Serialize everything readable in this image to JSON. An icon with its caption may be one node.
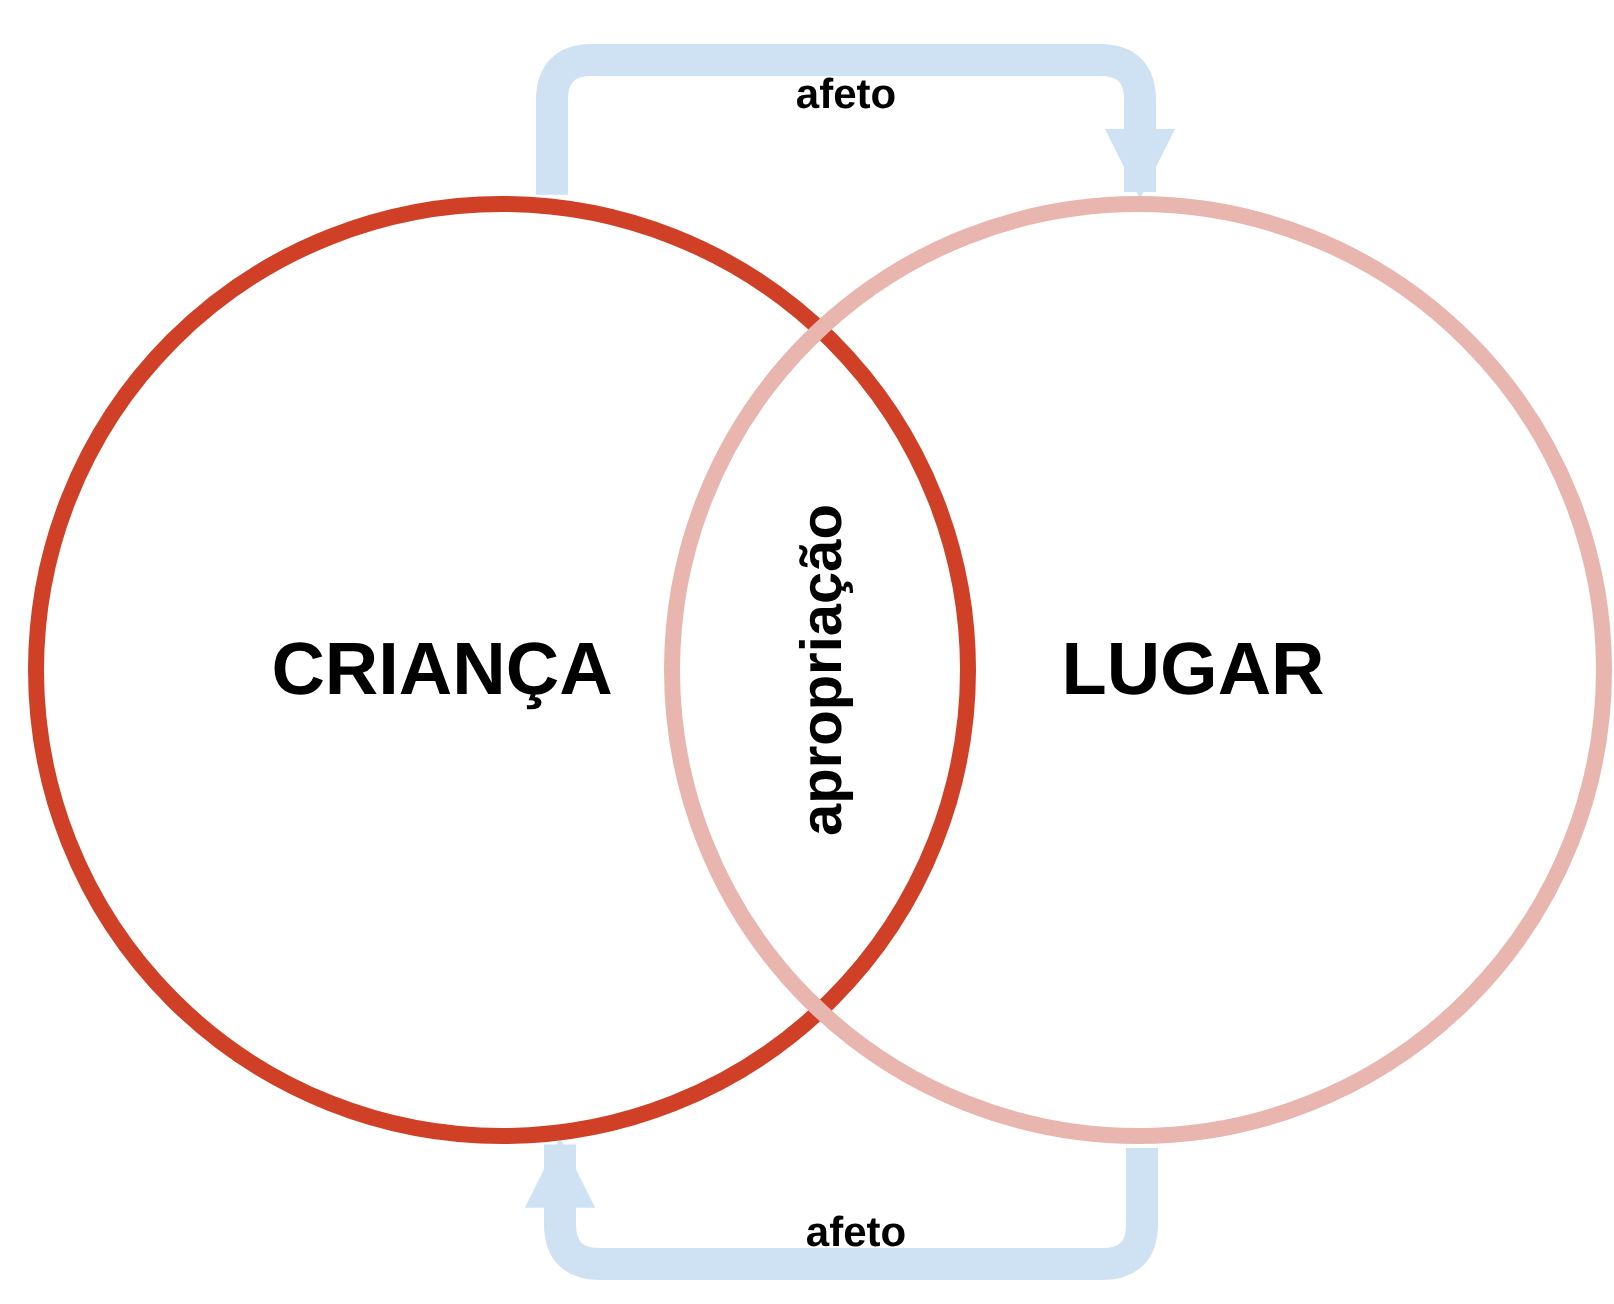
{
  "diagram": {
    "nodes": [
      {
        "text": [
          "CRIANÇA"
        ]
      },
      {
        "text": [
          "LUGAR"
        ]
      }
    ],
    "edges": [
      {
        "from": 0,
        "to": 1,
        "arrow": "to",
        "label": "afeto"
      },
      {
        "from": 1,
        "to": 0,
        "arrow": "to",
        "label": "afeto"
      }
    ],
    "labels": [
      "apropriação"
    ]
  }
}
